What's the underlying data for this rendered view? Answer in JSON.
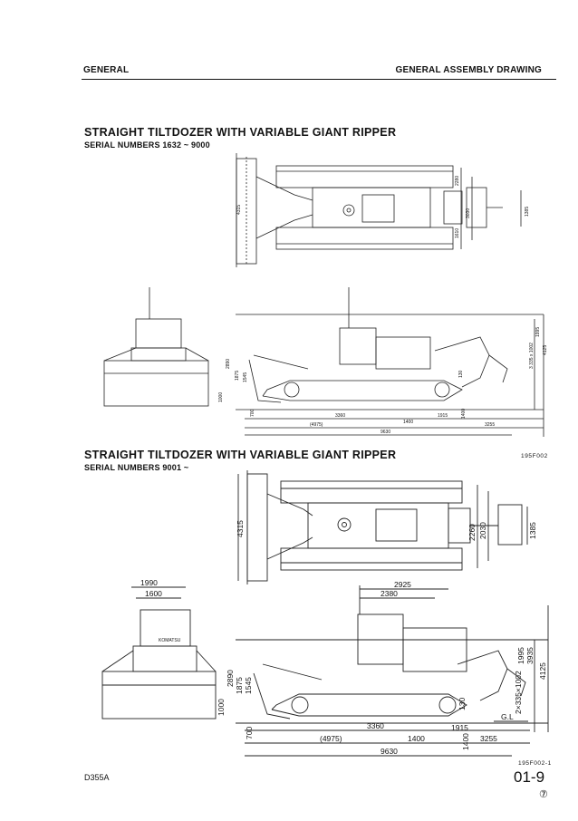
{
  "header": {
    "left": "GENERAL",
    "right": "GENERAL ASSEMBLY DRAWING"
  },
  "section1": {
    "title": "STRAIGHT TILTDOZER WITH VARIABLE GIANT RIPPER",
    "serial": "SERIAL NUMBERS 1632 ~ 9000",
    "code": "195F002",
    "dims": {
      "d4315": "4315",
      "d2280": "2280",
      "d1385": "1385",
      "d3030": "3030",
      "d1610": "1610",
      "d2890": "2890",
      "d1875": "1875",
      "d1545": "1545",
      "d1000": "1000",
      "d700": "700",
      "d3360": "3360",
      "d1400": "1400",
      "d1915": "1915",
      "d4975": "(4975)",
      "d9630": "9630",
      "d3255": "3255",
      "d1995": "1995",
      "d3935": "3 335 x 1002",
      "d4125": "4125",
      "d130": "130",
      "d1400v": "1400"
    }
  },
  "section2": {
    "title": "STRAIGHT TILTDOZER WITH VARIABLE GIANT RIPPER",
    "serial": "SERIAL NUMBERS 9001 ~",
    "code": "195F002-1",
    "brand": "KOMATSU",
    "dims": {
      "d4315": "4315",
      "d2260": "2260",
      "d2030": "2030",
      "d1385": "1385",
      "d1990": "1990",
      "d1600": "1600",
      "d2925": "2925",
      "d2380": "2380",
      "d2890": "2890",
      "d1875": "1875",
      "d1545": "1545",
      "d1000": "1000",
      "d700": "700",
      "d3360": "3360",
      "d1400": "1400",
      "d1915": "1915",
      "d4975": "(4975)",
      "d9630": "9630",
      "d3255": "3255",
      "d1995": "1995",
      "d3935": "3935",
      "d4125": "4125",
      "d2x335": "2×335×1002",
      "d130": "130",
      "d1400v": "1400",
      "gl": "G.L"
    }
  },
  "footer": {
    "model": "D355A",
    "page": "01-9",
    "revision": "⑦"
  }
}
